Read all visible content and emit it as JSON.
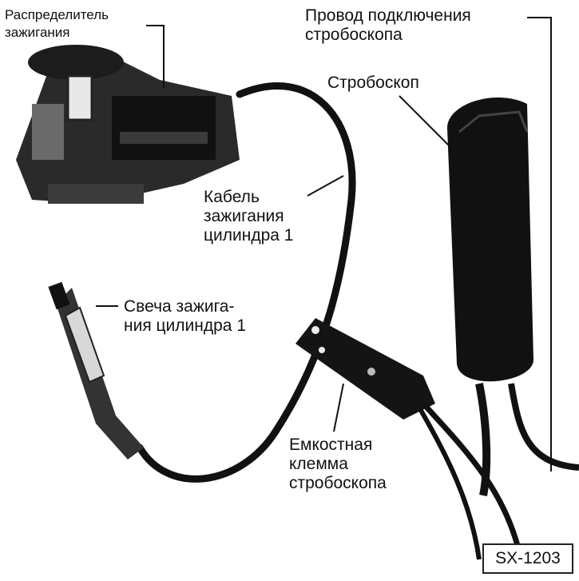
{
  "labels": {
    "distributor": [
      "Распределитель",
      "зажигания"
    ],
    "strobe_wire": [
      "Провод подключения",
      "стробоскопа"
    ],
    "strobe": "Стробоскоп",
    "cable": [
      "Кабель",
      "зажигания",
      "цилиндра 1"
    ],
    "spark_plug": [
      "Свеча зажига-",
      "ния цилиндра 1"
    ],
    "clamp": [
      "Емкостная",
      "клемма",
      "стробоскопа"
    ]
  },
  "figure_ref": "SX-1203"
}
